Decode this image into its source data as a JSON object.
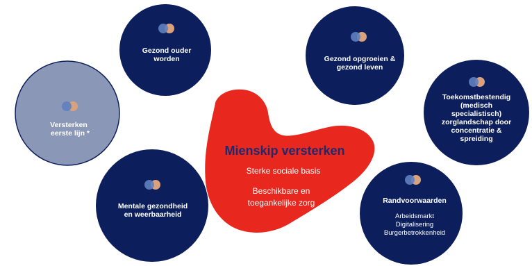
{
  "colors": {
    "bubble": "#0c1f5c",
    "bubble_muted": "#8a97b6",
    "bubble_muted_border": "#0c1f5c",
    "heart": "#e8281e",
    "center_title": "#1f2a6e",
    "icon_left": "#5f7fc0",
    "icon_right": "#d9a27d"
  },
  "center": {
    "title": "Mienskip versterken",
    "line1": "Sterke sociale basis",
    "line2a": "Beschikbare en",
    "line2b": "toegankelijke zorg"
  },
  "bubbles": {
    "gezond_ouder": {
      "title_lines": [
        "Gezond ouder",
        "worden"
      ]
    },
    "gezond_opgroeien": {
      "title_lines": [
        "Gezond opgroeien &",
        "gezond leven"
      ]
    },
    "eerste_lijn": {
      "title_lines": [
        "Versterken",
        "eerste lijn  *"
      ]
    },
    "toekomstbestendig": {
      "title_lines": [
        "Toekomstbestendig",
        "(medisch",
        "specialistisch)",
        "zorglandschap door",
        "concentratie &",
        "spreiding"
      ]
    },
    "mentale": {
      "title_lines": [
        "Mentale gezondheid",
        "en weerbaarheid"
      ]
    },
    "randvoorwaarden": {
      "title_lines": [
        "Randvoorwaarden"
      ],
      "sub_lines": [
        "Arbeidsmarkt",
        "Digitalisering",
        "Burgerbetrokkenheid"
      ]
    }
  }
}
